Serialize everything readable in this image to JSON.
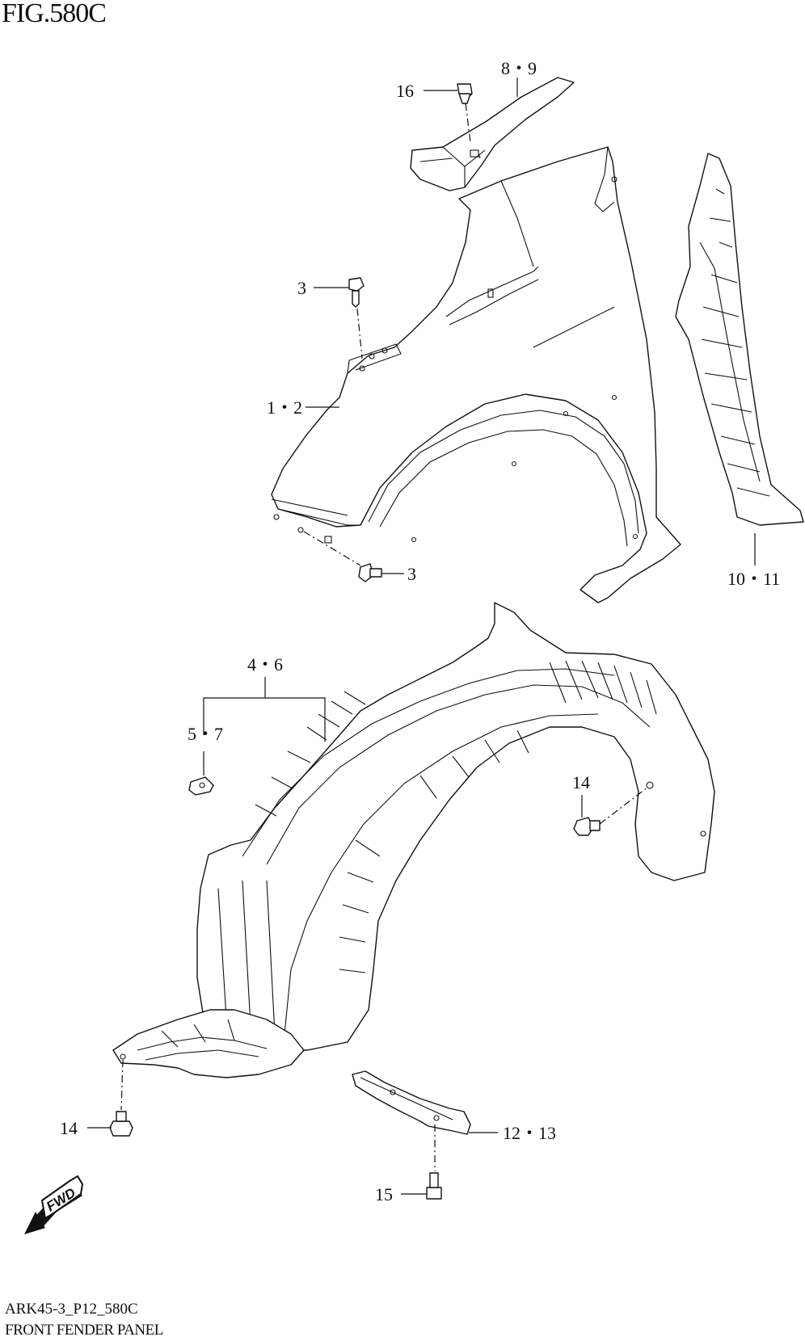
{
  "figure": {
    "title": "FIG.580C",
    "code": "ARK45-3_P12_580C",
    "name": "FRONT FENDER PANEL",
    "direction_badge": "FWD"
  },
  "callouts": {
    "c_8_9": "8・9",
    "c_16": "16",
    "c_3_top": "3",
    "c_1_2": "1・2",
    "c_3_bottom": "3",
    "c_10_11": "10・11",
    "c_4_6": "4・6",
    "c_5_7": "5・7",
    "c_14_right": "14",
    "c_14_left": "14",
    "c_12_13": "12・13",
    "c_15": "15"
  },
  "icons": {
    "direction": "fwd-arrow-icon"
  }
}
